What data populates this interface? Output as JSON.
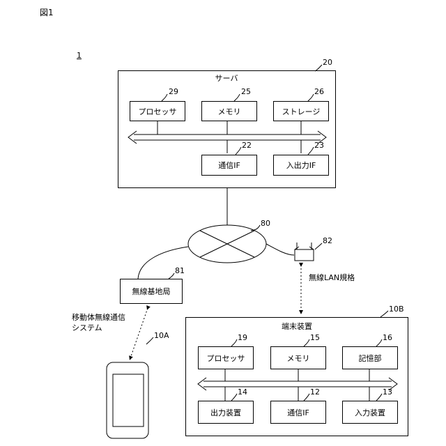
{
  "figure_label": "図1",
  "system_ref": "1",
  "server": {
    "title": "サーバ",
    "ref": "20",
    "processor": {
      "label": "プロセッサ",
      "ref": "29"
    },
    "memory": {
      "label": "メモリ",
      "ref": "25"
    },
    "storage": {
      "label": "ストレージ",
      "ref": "26"
    },
    "comm_if": {
      "label": "通信IF",
      "ref": "22"
    },
    "io_if": {
      "label": "入出力IF",
      "ref": "23"
    }
  },
  "network": {
    "ref": "80"
  },
  "router": {
    "ref": "82"
  },
  "base_station": {
    "label": "無線基地局",
    "ref": "81"
  },
  "wireless_lan_label": "無線LAN規格",
  "mobile_comm_label_line1": "移動体無線通信",
  "mobile_comm_label_line2": "システム",
  "phone": {
    "ref": "10A"
  },
  "terminal": {
    "title": "端末装置",
    "ref": "10B",
    "processor": {
      "label": "プロセッサ",
      "ref": "19"
    },
    "memory": {
      "label": "メモリ",
      "ref": "15"
    },
    "storage_unit": {
      "label": "記憶部",
      "ref": "16"
    },
    "output": {
      "label": "出力装置",
      "ref": "14"
    },
    "comm_if": {
      "label": "通信IF",
      "ref": "12"
    },
    "input": {
      "label": "入力装置",
      "ref": "13"
    }
  }
}
